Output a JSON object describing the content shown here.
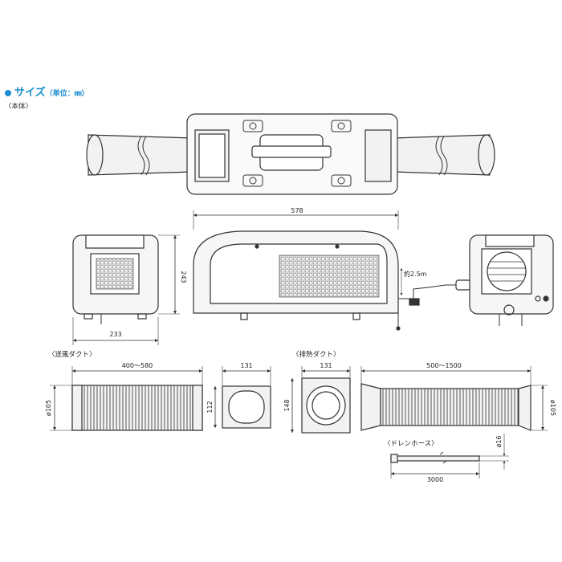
{
  "header": {
    "title": "サイズ",
    "unit": "（単位：㎜）"
  },
  "sections": {
    "main_body": "〈本体〉",
    "supply_duct": "〈送風ダクト〉",
    "exhaust_duct": "〈排熱ダクト〉",
    "drain_hose": "〈ドレンホース〉"
  },
  "dimensions": {
    "body_width": "578",
    "body_height": "243",
    "body_depth": "233",
    "cord_length": "約2.5m",
    "supply_len": "400～580",
    "supply_dia": "ø105",
    "supply_sq_w": "131",
    "supply_sq_h": "112",
    "exhaust_sq_w": "131",
    "exhaust_sq_h": "148",
    "exhaust_len": "500～1500",
    "exhaust_dia": "ø105",
    "drain_dia": "ø16",
    "drain_len": "3000"
  },
  "colors": {
    "accent": "#1b8fd0",
    "line": "#333333",
    "fill": "#f2f2f2"
  }
}
